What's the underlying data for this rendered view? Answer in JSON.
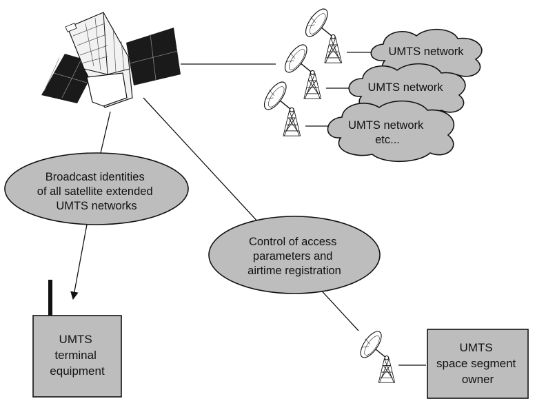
{
  "networks": [
    {
      "label_lines": [
        "UMTS network"
      ]
    },
    {
      "label_lines": [
        "UMTS network"
      ]
    },
    {
      "label_lines": [
        "UMTS network",
        "etc..."
      ]
    }
  ],
  "broadcast": {
    "lines": [
      "Broadcast identities",
      "of all satellite extended",
      "UMTS networks"
    ]
  },
  "control": {
    "lines": [
      "Control of access",
      "parameters and",
      "airtime registration"
    ]
  },
  "terminal": {
    "lines": [
      "UMTS",
      "terminal",
      "equipment"
    ]
  },
  "owner": {
    "lines": [
      "UMTS",
      "space segment",
      "owner"
    ]
  },
  "colors": {
    "fill_gray": "#bdbdbd",
    "stroke": "#111111",
    "background": "#ffffff"
  },
  "icons": {
    "satellite": "satellite-icon",
    "antenna": "dish-antenna-icon"
  }
}
